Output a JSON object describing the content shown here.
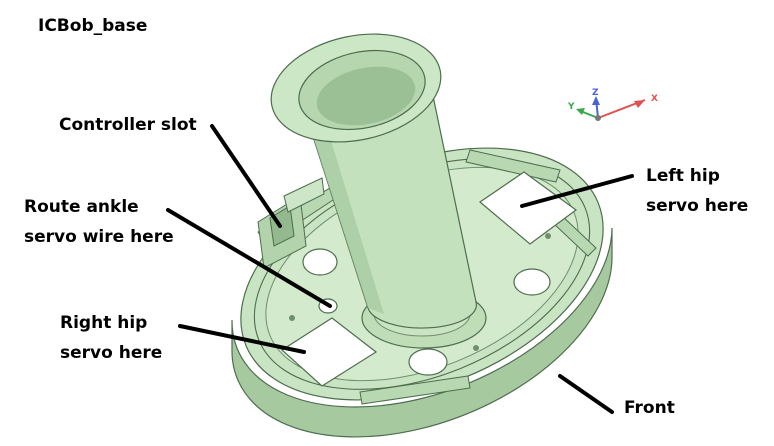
{
  "title": "ICBob_base",
  "labels": {
    "controller_slot": "Controller slot",
    "route_ankle": [
      "Route ankle",
      "servo wire here"
    ],
    "right_hip": [
      "Right hip",
      "servo here"
    ],
    "left_hip": [
      "Left hip",
      "servo here"
    ],
    "front": "Front"
  },
  "axis_triad": {
    "x": "X",
    "y": "Y",
    "z": "Z",
    "colors": {
      "x": "#e05050",
      "y": "#3aa84a",
      "z": "#4a64d8"
    }
  },
  "colors": {
    "part_fill": "#c9e4c3",
    "part_light": "#dcefd7",
    "part_dark": "#a6c9a0",
    "part_edge": "#4d6e4d",
    "leader": "#000000",
    "background": "#ffffff"
  }
}
